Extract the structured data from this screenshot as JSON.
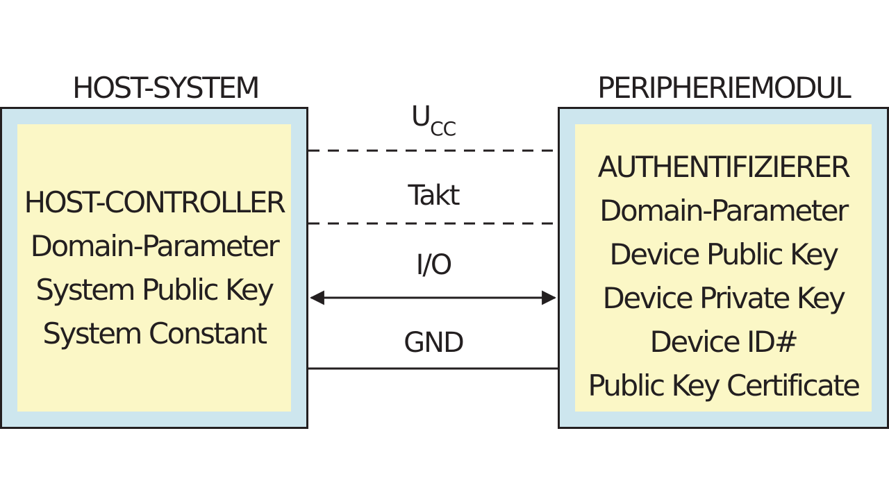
{
  "host": {
    "title": "HOST-SYSTEM",
    "lines": [
      "HOST-CONTROLLER",
      "Domain-Parameter",
      "System Public Key",
      "System Constant"
    ]
  },
  "peripheral": {
    "title": "PERIPHERIEMODUL",
    "lines": [
      "AUTHENTIFIZIERER",
      "Domain-Parameter",
      "Device Public Key",
      "Device Private Key",
      "Device ID#",
      "Public Key Certificate"
    ]
  },
  "signals": {
    "ucc_main": "U",
    "ucc_sub": "CC",
    "takt": "Takt",
    "io": "I/O",
    "gnd": "GND"
  },
  "colors": {
    "outer_fill": "#cde6ee",
    "inner_fill": "#fbf7c6",
    "stroke": "#231f20"
  }
}
